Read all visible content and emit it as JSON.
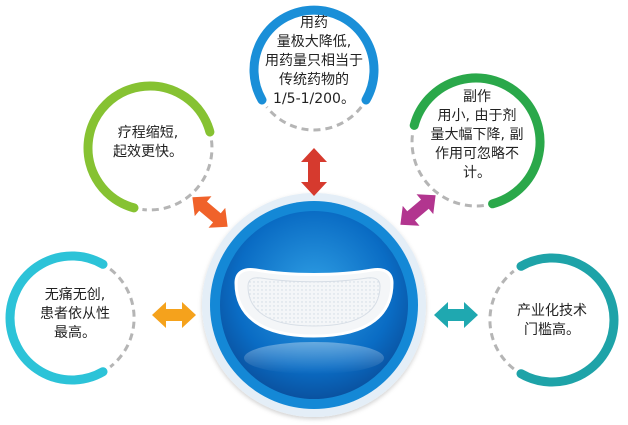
{
  "center": {
    "patch": "medical-patch-illustration"
  },
  "callouts": [
    {
      "id": "top",
      "color": "#1a8fd8",
      "lines": [
        "用药",
        "量极大降低,",
        "用药量只相当于",
        "传统药物的",
        "1/5-1/200。"
      ]
    },
    {
      "id": "upper-left",
      "color": "#86c232",
      "lines": [
        "疗程缩短,",
        "起效更快。"
      ]
    },
    {
      "id": "upper-right",
      "color": "#2aa84a",
      "lines": [
        "副作",
        "用小, 由于剂",
        "量大幅下降, 副",
        "作用可忽略不",
        "计。"
      ]
    },
    {
      "id": "lower-left",
      "color": "#2cc3d8",
      "lines": [
        "无痛无创,",
        "患者依从性",
        "最高。"
      ]
    },
    {
      "id": "lower-right",
      "color": "#1ea3a8",
      "lines": [
        "产业化技术",
        "门槛高。"
      ]
    }
  ],
  "arrows": [
    {
      "id": "top",
      "color": "#d63a2e"
    },
    {
      "id": "upper-left",
      "color": "#f0622a"
    },
    {
      "id": "upper-right",
      "color": "#b2358f"
    },
    {
      "id": "lower-left",
      "color": "#f5a21c"
    },
    {
      "id": "lower-right",
      "color": "#1fa8b0"
    }
  ]
}
